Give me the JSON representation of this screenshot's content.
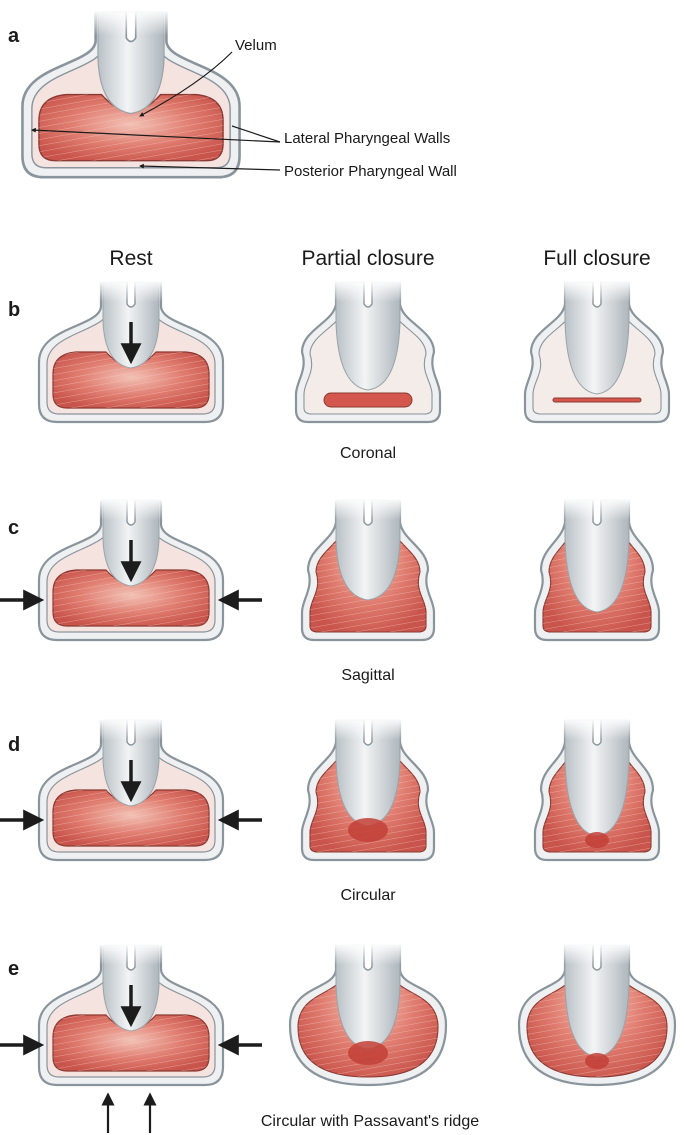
{
  "panel_a": {
    "letter": "a",
    "labels": {
      "velum": "Velum",
      "lateral": "Lateral Pharyngeal Walls",
      "posterior": "Posterior Pharyngeal Wall"
    }
  },
  "columns": {
    "rest": "Rest",
    "partial": "Partial closure",
    "full": "Full closure"
  },
  "rows": [
    {
      "letter": "b",
      "caption": "Coronal"
    },
    {
      "letter": "c",
      "caption": "Sagittal"
    },
    {
      "letter": "d",
      "caption": "Circular"
    },
    {
      "letter": "e",
      "caption": "Circular with Passavant's ridge"
    }
  ],
  "colors": {
    "outline": "#8a949c",
    "tube": "#dfe3e6",
    "muscle": "#d8655c",
    "muscle_light": "#eaa89d",
    "velum": "#cfd5d9",
    "arrow": "#1c1c1c"
  }
}
